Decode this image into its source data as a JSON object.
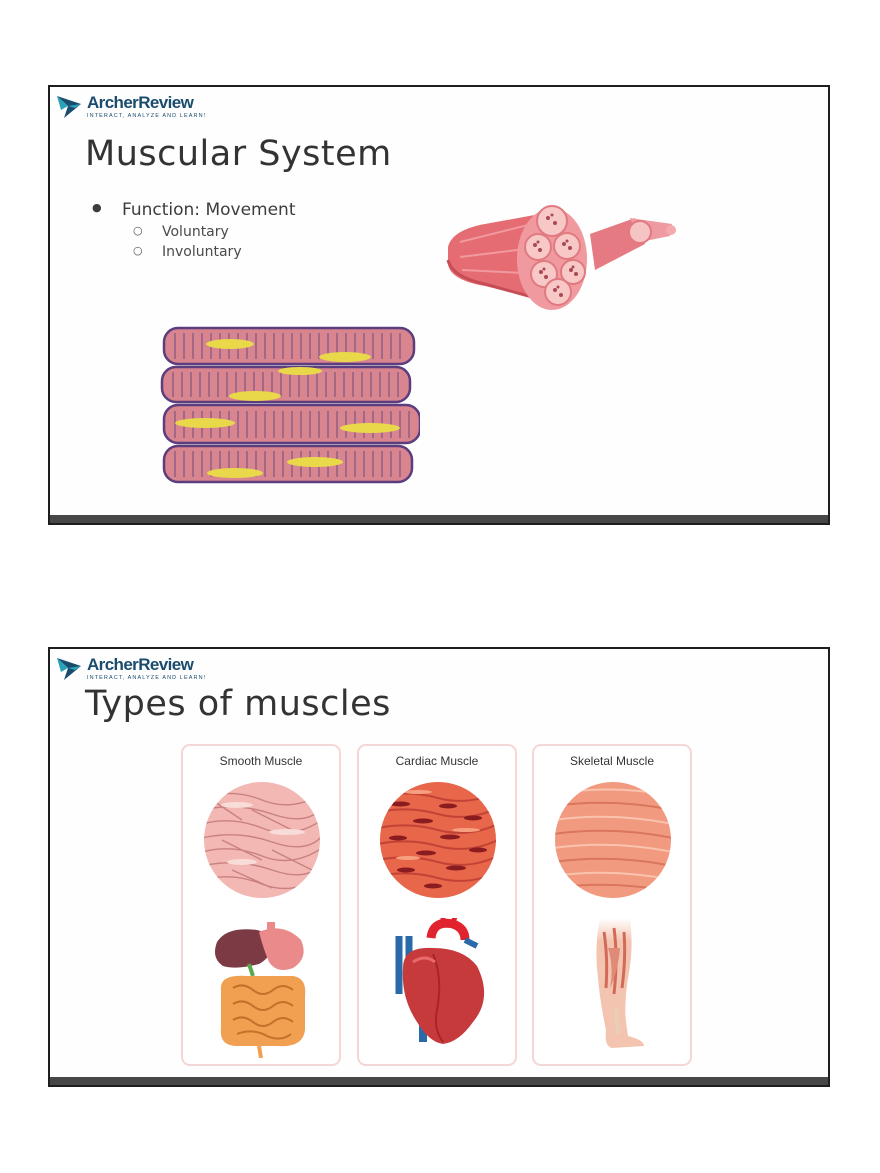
{
  "brand": {
    "name": "ArcherReview",
    "tagline": "INTERACT, ANALYZE AND LEARN!",
    "colors": {
      "primary": "#1a4c6e",
      "accent": "#2aa3b8"
    }
  },
  "slides": [
    {
      "title": "Muscular System",
      "bullets": [
        {
          "text": "Function: Movement",
          "sub": [
            "Voluntary",
            "Involuntary"
          ]
        }
      ],
      "images": [
        "muscle-fiber-bundle-illustration",
        "muscle-cells-illustration"
      ]
    },
    {
      "title": "Types of muscles",
      "cards": [
        {
          "label": "Smooth Muscle",
          "tissue_color": "#f3b8b4",
          "organ": "digestive-organs-illustration"
        },
        {
          "label": "Cardiac Muscle",
          "tissue_color": "#e8664a",
          "organ": "heart-illustration"
        },
        {
          "label": "Skeletal Muscle",
          "tissue_color": "#f29a80",
          "organ": "leg-muscle-illustration"
        }
      ]
    }
  ]
}
